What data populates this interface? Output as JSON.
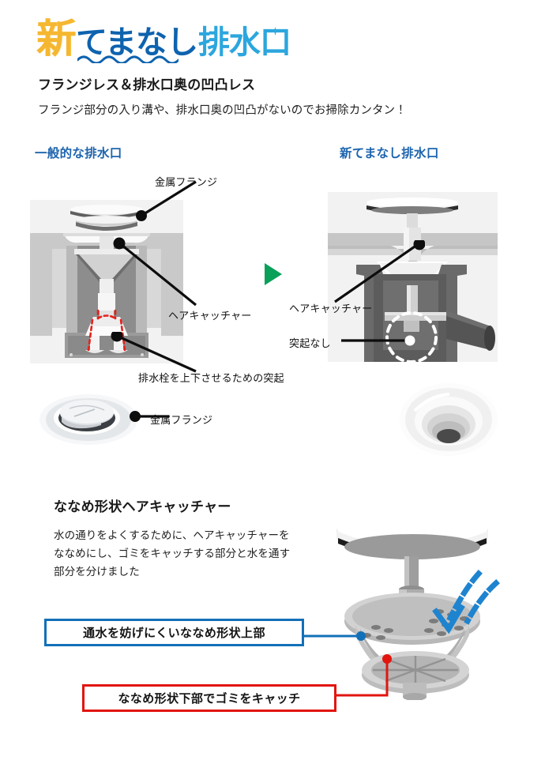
{
  "logo": {
    "shin": "新",
    "middle": "てまなし",
    "tail": "排水口",
    "colors": {
      "shin": "#F5B731",
      "middle": "#0E63AE",
      "tail": "#2CA6DE"
    }
  },
  "intro": {
    "heading": "フランジレス＆排水口奥の凹凸レス",
    "subheading": "フランジ部分の入り溝や、排水口奥の凹凸がないのでお掃除カンタン！"
  },
  "comparison": {
    "left_title": "一般的な排水口",
    "right_title": "新てまなし排水口",
    "heading_color": "#1D64AE",
    "arrow_color": "#0AA05A",
    "left_annotations": [
      {
        "label": "金属フランジ",
        "name": "metal-flange"
      },
      {
        "label": "ヘアキャッチャー",
        "name": "hair-catcher"
      },
      {
        "label": "排水栓を上下させるための突起",
        "name": "stopper-protrusion"
      },
      {
        "label": "金属フランジ",
        "name": "metal-flange-photo"
      }
    ],
    "right_annotations": [
      {
        "label": "ヘアキャッチャー",
        "name": "hair-catcher"
      },
      {
        "label": "突起なし",
        "name": "no-protrusion"
      }
    ]
  },
  "feature": {
    "title": "ななめ形状ヘアキャッチャー",
    "body": "水の通りをよくするために、ヘアキャッチャーをななめにし、ゴミをキャッチする部分と水を通す部分を分けました",
    "callout_top": "通水を妨げにくいななめ形状上部",
    "callout_bottom": "ななめ形状下部でゴミをキャッチ",
    "callout_top_color": "#1270B8",
    "callout_bottom_color": "#E2150F",
    "flow_arrow_color": "#1E84CF"
  }
}
